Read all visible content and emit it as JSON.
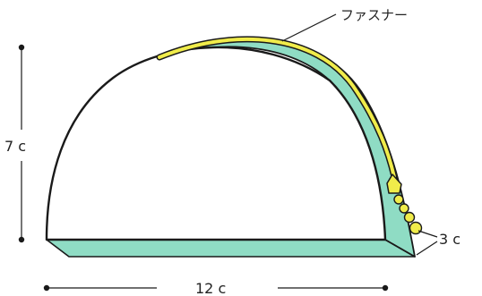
{
  "labels": {
    "zipper": "ファスナー",
    "height": "7 c",
    "width": "12 c",
    "depth": "3 c"
  },
  "colors": {
    "body_fill": "#ffffff",
    "side_fill": "#8fdcc4",
    "zipper_fill": "#f0ec4a",
    "outline": "#1a1a1a"
  }
}
